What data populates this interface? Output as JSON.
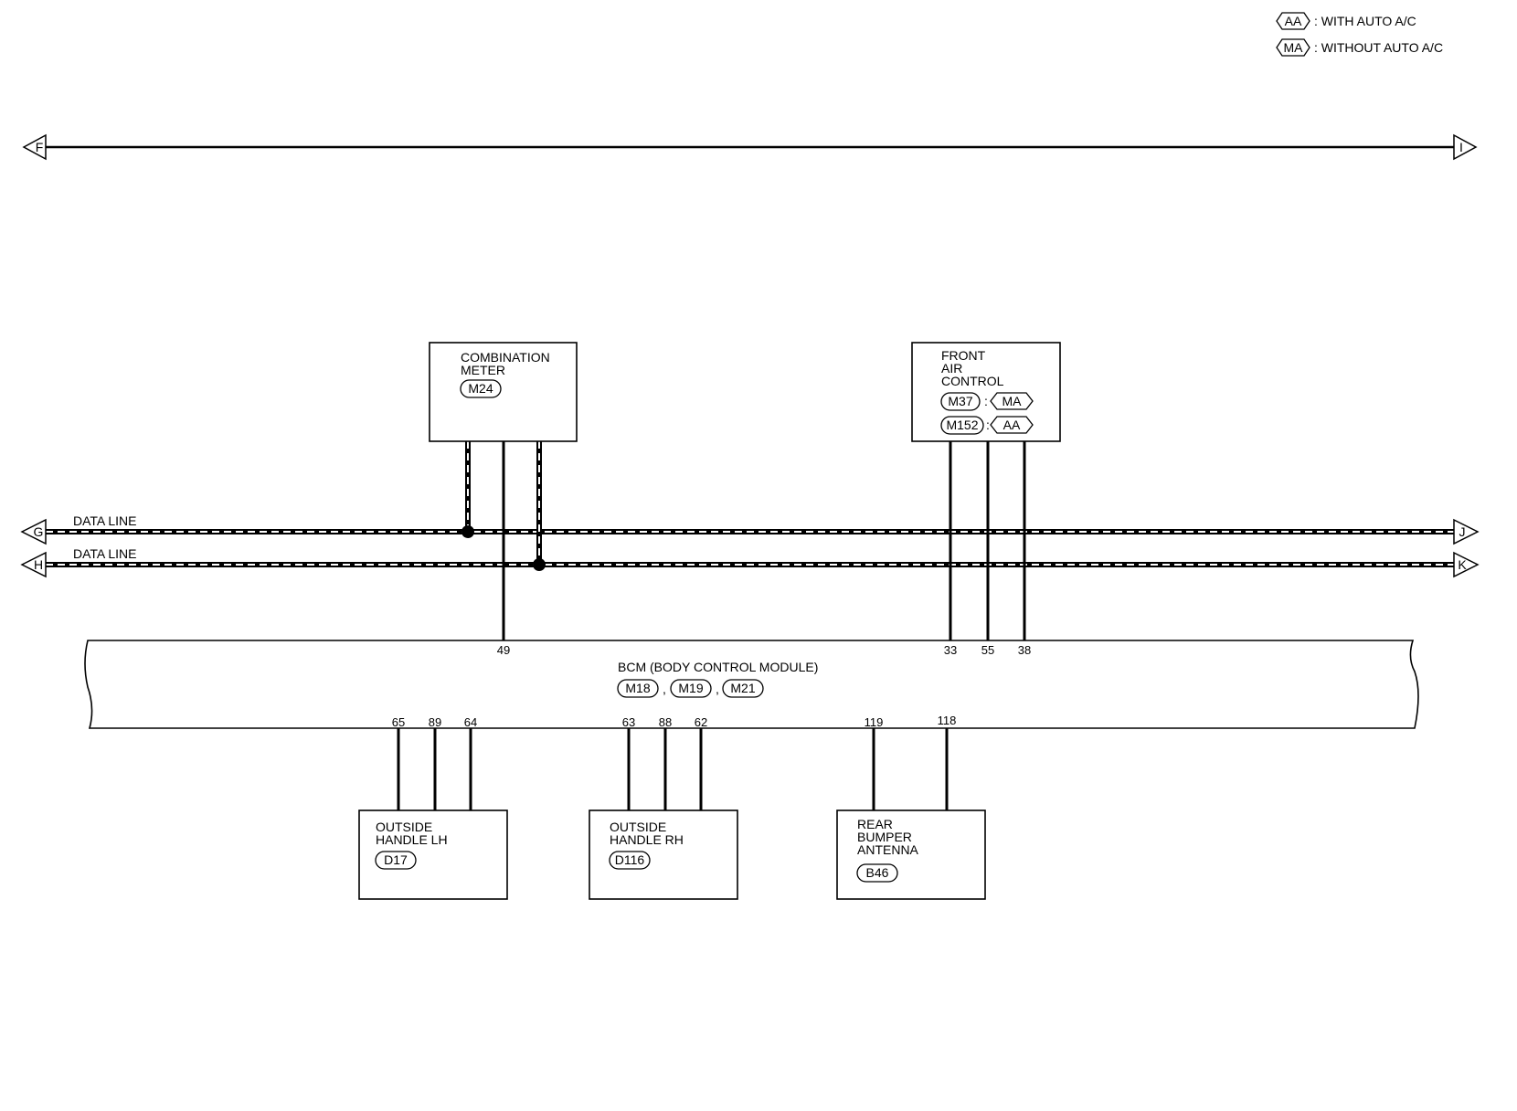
{
  "legend": {
    "items": [
      {
        "code": "AA",
        "text": ": WITH AUTO A/C"
      },
      {
        "code": "MA",
        "text": ": WITHOUT AUTO A/C"
      }
    ]
  },
  "off_page": {
    "top_left": "F",
    "top_right": "I",
    "bus1_left": "G",
    "bus1_right": "J",
    "bus2_left": "H",
    "bus2_right": "K"
  },
  "data_lines": {
    "line1": "DATA LINE",
    "line2": "DATA LINE"
  },
  "combination_meter": {
    "line1": "COMBINATION",
    "line2": "METER",
    "connector": "M24"
  },
  "front_air_control": {
    "line1": "FRONT",
    "line2": "AIR",
    "line3": "CONTROL",
    "conn1": "M37",
    "cond1": "MA",
    "conn2": "M152",
    "cond2": "AA",
    "sep": ":"
  },
  "bcm": {
    "title": "BCM (BODY CONTROL MODULE)",
    "connectors": [
      "M18",
      "M19",
      "M21"
    ],
    "sep": ",",
    "pins_top": {
      "meter": "49",
      "air1": "33",
      "air2": "55",
      "air3": "38"
    },
    "pins_bottom": {
      "lh1": "65",
      "lh2": "89",
      "lh3": "64",
      "rh1": "63",
      "rh2": "88",
      "rh3": "62",
      "ant1": "119",
      "ant2": "118"
    }
  },
  "outside_handle_lh": {
    "line1": "OUTSIDE",
    "line2": "HANDLE LH",
    "connector": "D17"
  },
  "outside_handle_rh": {
    "line1": "OUTSIDE",
    "line2": "HANDLE RH",
    "connector": "D116"
  },
  "rear_bumper_antenna": {
    "line1": "REAR",
    "line2": "BUMPER",
    "line3": "ANTENNA",
    "connector": "B46"
  }
}
